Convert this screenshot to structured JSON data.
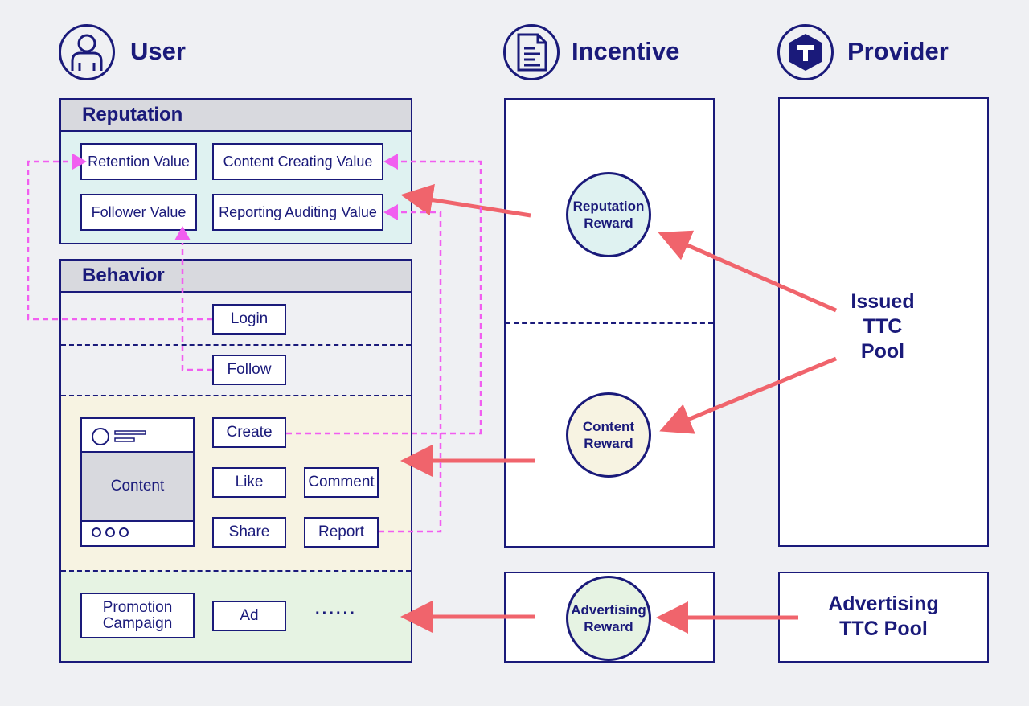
{
  "headers": {
    "user": "User",
    "incentive": "Incentive",
    "provider": "Provider"
  },
  "reputation": {
    "title": "Reputation",
    "retention": "Retention Value",
    "content_creating": "Content Creating Value",
    "follower": "Follower Value",
    "reporting_auditing": "Reporting Auditing Value"
  },
  "behavior": {
    "title": "Behavior",
    "login": "Login",
    "follow": "Follow",
    "content": "Content",
    "create": "Create",
    "like": "Like",
    "comment": "Comment",
    "share": "Share",
    "report": "Report",
    "promotion_campaign_1": "Promotion",
    "promotion_campaign_2": "Campaign",
    "ad": "Ad",
    "ellipsis": "······"
  },
  "incentive": {
    "reputation_reward_1": "Reputation",
    "reputation_reward_2": "Reward",
    "content_reward_1": "Content",
    "content_reward_2": "Reward",
    "advertising_reward_1": "Advertising",
    "advertising_reward_2": "Reward"
  },
  "provider": {
    "issued_pool_1": "Issued",
    "issued_pool_2": "TTC",
    "issued_pool_3": "Pool",
    "advertising_pool_1": "Advertising",
    "advertising_pool_2": "TTC Pool"
  },
  "colors": {
    "navy": "#1a1a7a",
    "reputation_bg": "#dff2f1",
    "content_bg": "#f7f3e2",
    "promotion_bg": "#e6f3e3",
    "reward_arrow": "#f0646c",
    "link_arrow": "#f15ef0"
  },
  "icons": {
    "user": "user-icon",
    "incentive": "document-icon",
    "provider": "ttc-token-icon"
  }
}
